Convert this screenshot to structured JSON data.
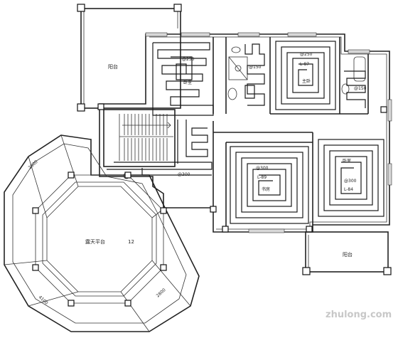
{
  "labels": {
    "balcony_top": "阳台",
    "balcony_bottom": "阳台",
    "terrace": "露天平台",
    "terrace_num": "12",
    "master_bed": "主卧",
    "bed_left": "卧室",
    "bed_right": "卧室",
    "study": "书房",
    "room_right": "卧室"
  },
  "pipe_tags": {
    "r1_spacing": "@250",
    "r2_spacing": "@150",
    "r3_spacing": "@250",
    "r3_loop": "L-87",
    "r4_spacing": "@150",
    "stair_spacing": "@300",
    "c_spacing": "@300",
    "c_loop": "L-89",
    "d_spacing": "@300",
    "d_loop": "L-84"
  },
  "dims": {
    "d1": "2800",
    "d2": "4100",
    "d3": "2800"
  },
  "watermark": "zhulong.com"
}
